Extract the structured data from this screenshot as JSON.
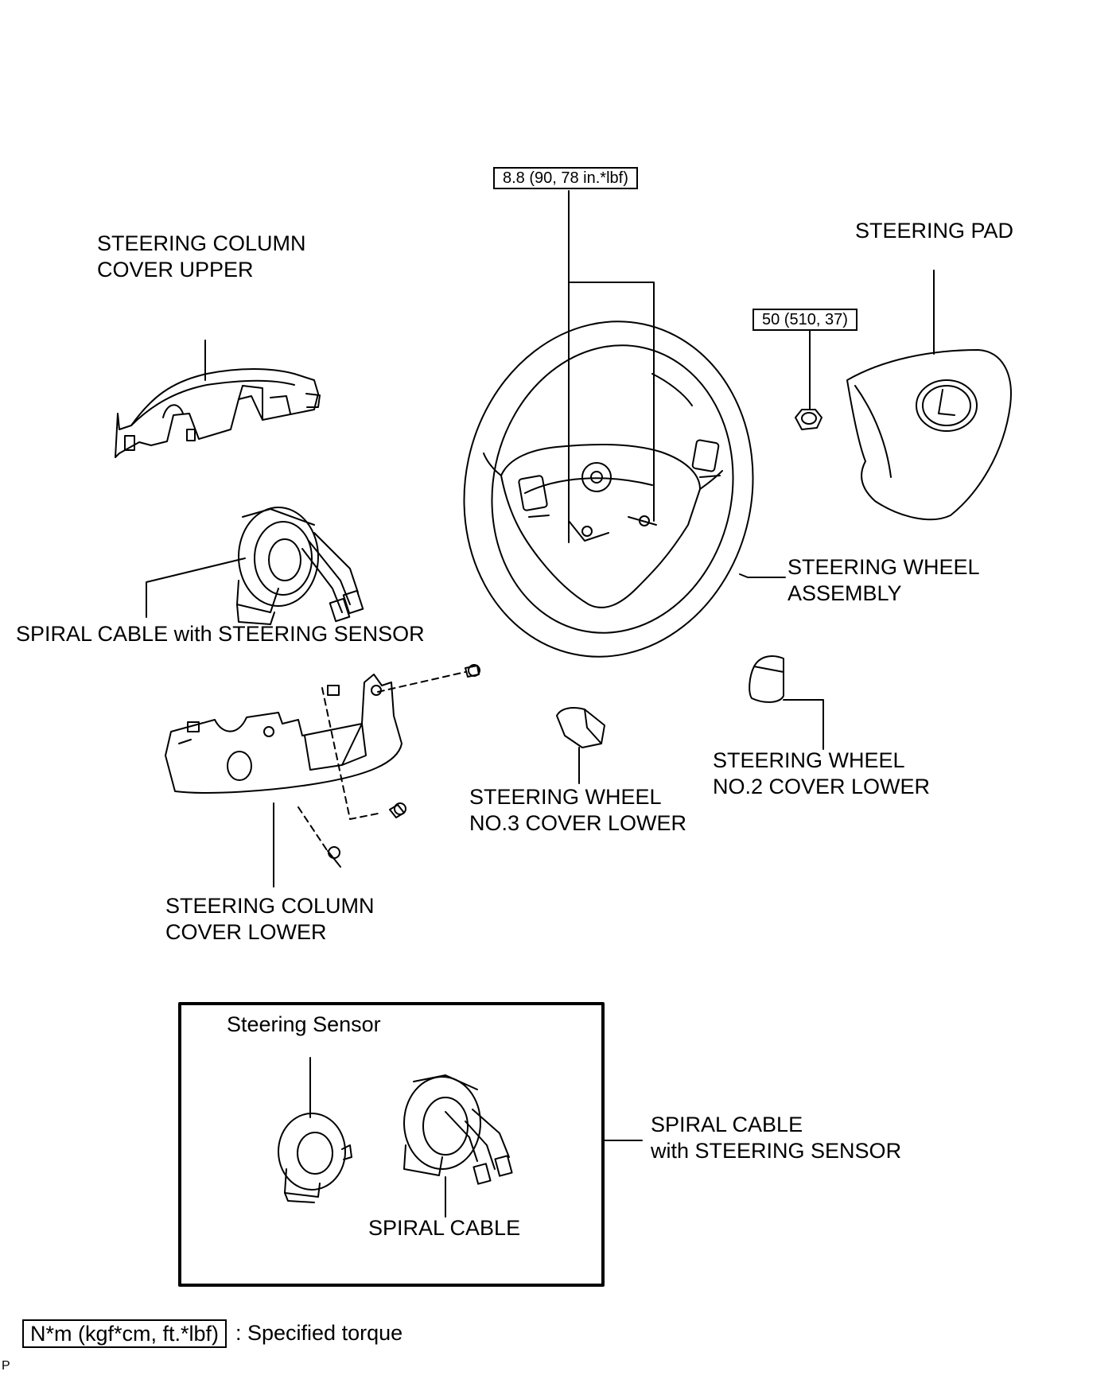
{
  "torque_specs": {
    "wheel_bolts": "8.8 (90, 78 in.*lbf)",
    "wheel_nut": "50 (510, 37)"
  },
  "labels": {
    "column_cover_upper": [
      "STEERING COLUMN",
      "COVER UPPER"
    ],
    "steering_pad": "STEERING PAD",
    "wheel_assembly": [
      "STEERING WHEEL",
      "ASSEMBLY"
    ],
    "spiral_cable_sensor": "SPIRAL CABLE with STEERING SENSOR",
    "wheel_no2_cover": [
      "STEERING WHEEL",
      "NO.2 COVER LOWER"
    ],
    "wheel_no3_cover": [
      "STEERING WHEEL",
      "NO.3 COVER LOWER"
    ],
    "column_cover_lower": [
      "STEERING COLUMN",
      "COVER LOWER"
    ]
  },
  "inset": {
    "sensor_label": "Steering Sensor",
    "spiral_label": "SPIRAL CABLE",
    "callout": [
      "SPIRAL CABLE",
      "with STEERING SENSOR"
    ]
  },
  "legend": {
    "unit_box": "N*m (kgf*cm, ft.*lbf)",
    "description": ": Specified torque"
  },
  "corner_mark": "P"
}
